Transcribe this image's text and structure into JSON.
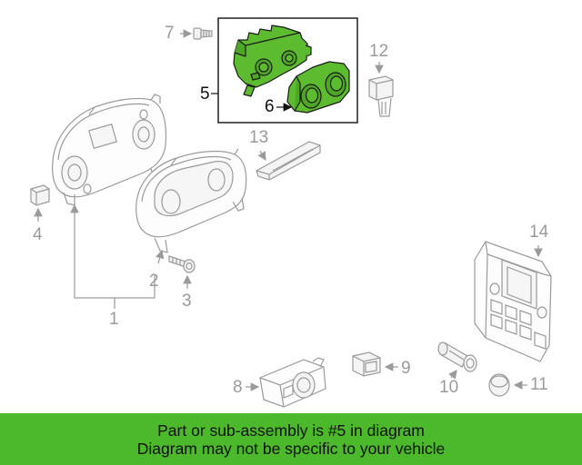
{
  "callouts": {
    "c1": "1",
    "c2": "2",
    "c3": "3",
    "c4": "4",
    "c5": "5",
    "c6": "6",
    "c7": "7",
    "c8": "8",
    "c9": "9",
    "c10": "10",
    "c11": "11",
    "c12": "12",
    "c13": "13",
    "c14": "14"
  },
  "banner": {
    "line1": "Part or sub-assembly is #5 in diagram",
    "line2": "Diagram may not be specific to your vehicle"
  },
  "colors": {
    "highlight": "#5dbb2f",
    "banner": "#4cb82b",
    "line_art": "#9a9a9a"
  }
}
